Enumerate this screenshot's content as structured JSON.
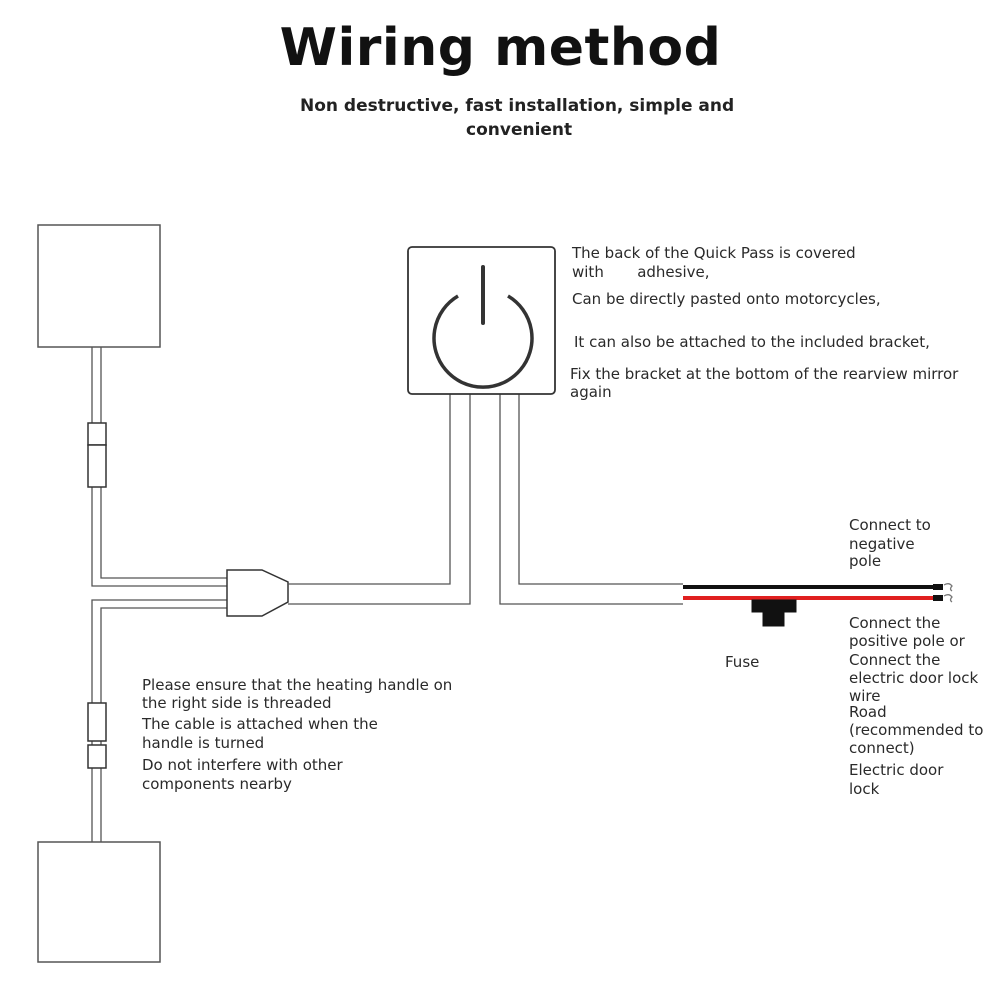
{
  "header": {
    "title": "Wiring method",
    "subtitle_line1": "Non destructive, fast installation, simple and",
    "subtitle_line2": "convenient"
  },
  "switch_notes": {
    "line1": "The back of the Quick Pass is covered",
    "line2": "with       adhesive,",
    "line3": "Can be directly pasted onto motorcycles,",
    "line4": "It can also be attached to the included bracket,",
    "line5": "Fix the bracket at the bottom of the rearview mirror",
    "line6": "again"
  },
  "handle_notes": {
    "line1": "Please ensure that the heating handle on",
    "line2": "the right side is threaded",
    "line3": "The cable is attached when the",
    "line4": "handle is turned",
    "line5": "Do not interfere with other",
    "line6": "components nearby"
  },
  "negative_label": {
    "line1": "Connect to",
    "line2": "negative",
    "line3": "pole"
  },
  "positive_label": {
    "line1": "Connect the",
    "line2": "positive pole or",
    "line3": "Connect the",
    "line4": "electric door lock",
    "line5": "wire",
    "line6": "Road",
    "line7": "(recommended to",
    "line8": "connect)",
    "line9": "Electric door",
    "line10": "lock"
  },
  "fuse_label": "Fuse",
  "colors": {
    "outline": "#333333",
    "negative_wire": "#111111",
    "positive_wire": "#e02020"
  }
}
